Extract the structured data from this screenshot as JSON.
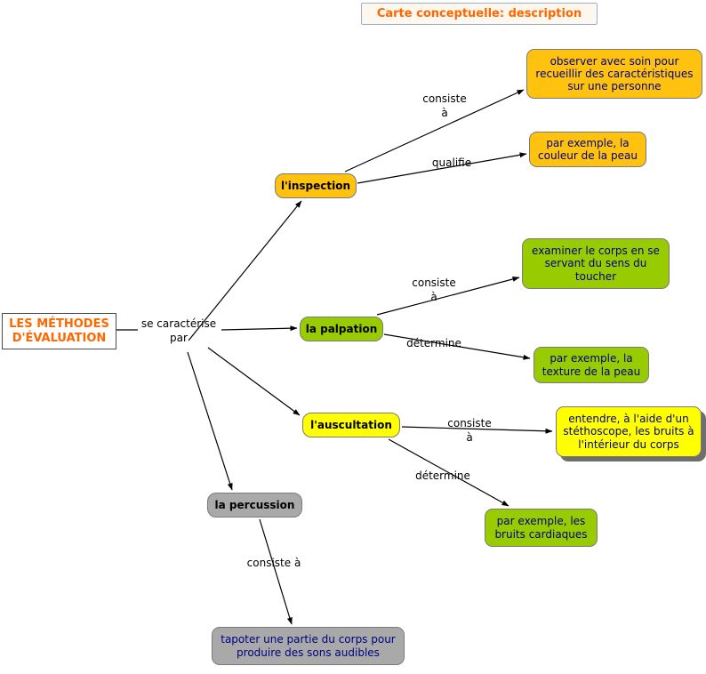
{
  "title": "Carte conceptuelle: description",
  "root": "LES MÉTHODES D'ÉVALUATION",
  "links": {
    "se_caracterise": "se caractérise par",
    "inspection_consiste": "consiste à",
    "inspection_qualifie": "qualifie",
    "palpation_consiste": "consiste à",
    "palpation_determine": "détermine",
    "auscultation_consiste": "consiste à",
    "auscultation_determine": "détermine",
    "percussion_consiste": "consiste à"
  },
  "concepts": {
    "inspection": "l'inspection",
    "palpation": "la palpation",
    "auscultation": "l'auscultation",
    "percussion": "la percussion"
  },
  "details": {
    "inspection_definition": "observer avec soin pour recueillir des caractéristiques sur une personne",
    "inspection_exemple": "par exemple, la couleur de la peau",
    "palpation_definition": "examiner le corps en se servant du sens du toucher",
    "palpation_exemple": "par exemple, la texture de la peau",
    "auscultation_definition": "entendre, à l'aide d'un stéthoscope, les bruits à l'intérieur du corps",
    "auscultation_exemple": "par exemple, les bruits cardiaques",
    "percussion_definition": "tapoter une partie du corps pour produire des sons audibles"
  },
  "colors": {
    "accent": "#FF6600",
    "gold": "#FFC20E",
    "green": "#99CC00",
    "yellow": "#FFFF00",
    "gray": "#A9A9A9",
    "leafText": "#000080"
  }
}
